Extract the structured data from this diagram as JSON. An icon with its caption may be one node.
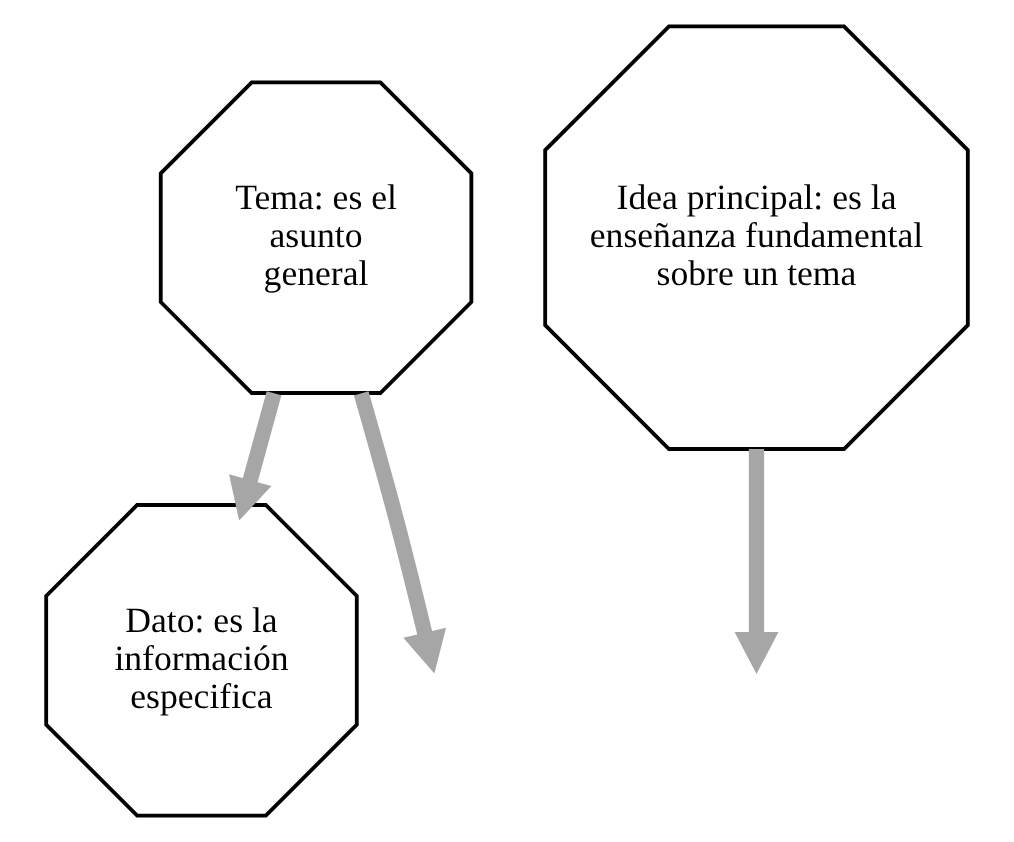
{
  "diagram": {
    "nodes": [
      {
        "text": [
          "Dato: es la información especifica"
        ]
      },
      {
        "text": [
          "Tema: es el asunto general"
        ]
      },
      {
        "text": [
          "Idea principal: es la enseñanza fundamental sobre un tema"
        ]
      }
    ],
    "edges": [
      {
        "from": 1,
        "to": 0,
        "arrow": "to"
      },
      {
        "from": 1,
        "to": null,
        "arrow": "to"
      },
      {
        "from": 2,
        "to": null,
        "arrow": "to"
      }
    ]
  }
}
